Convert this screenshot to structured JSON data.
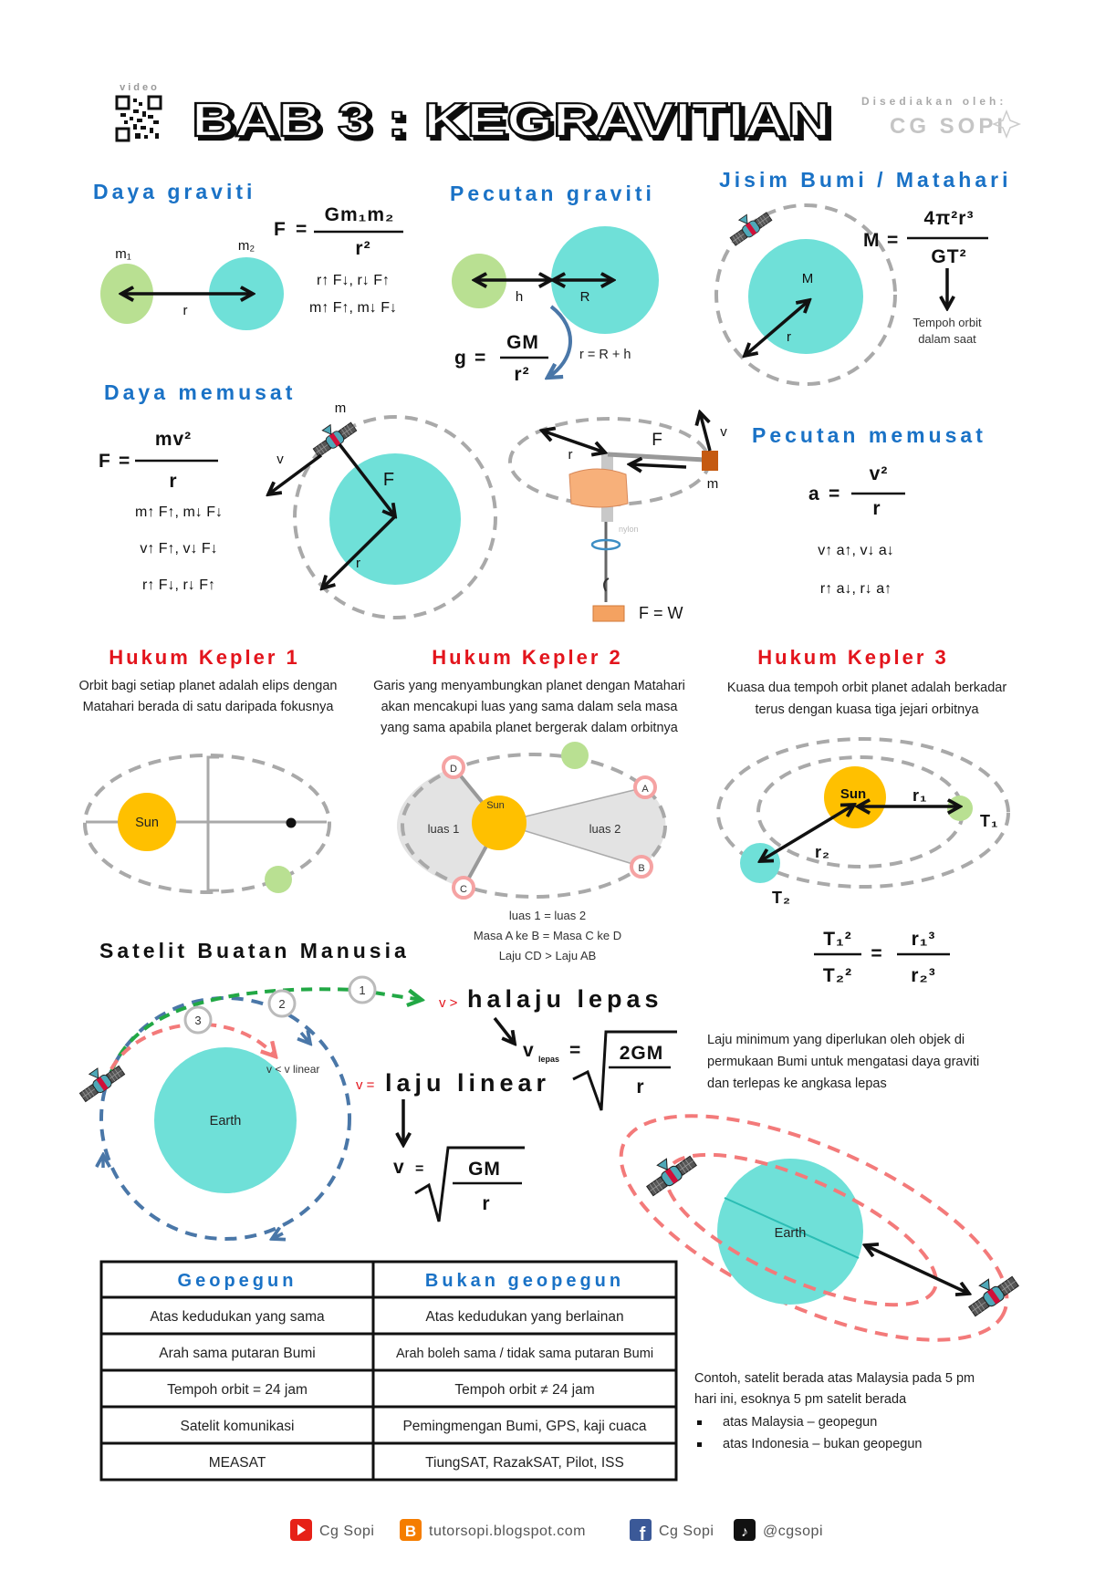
{
  "header": {
    "video_label": "video",
    "title": "BAB 3 : KEGRAVITIAN",
    "credit_label": "Disediakan oleh:",
    "credit_name": "CG SOPI"
  },
  "daya_graviti": {
    "heading": "Daya graviti",
    "m1": "m₁",
    "m2": "m₂",
    "r": "r",
    "formula": {
      "lhs": "F",
      "eq": "=",
      "num": "Gm₁m₂",
      "den": "r²"
    },
    "relations": [
      "r↑ F↓, r↓ F↑",
      "m↑ F↑, m↓ F↓"
    ]
  },
  "pecutan_graviti": {
    "heading": "Pecutan graviti",
    "h": "h",
    "R": "R",
    "formula": {
      "lhs": "g",
      "eq": "=",
      "num": "GM",
      "den": "r²"
    },
    "note": "r = R + h"
  },
  "jisim": {
    "heading": "Jisim Bumi / Matahari",
    "M": "M",
    "r": "r",
    "formula": {
      "lhs": "M",
      "eq": "=",
      "num": "4π²r³",
      "den": "GT²"
    },
    "note_lines": [
      "Tempoh orbit",
      "dalam saat"
    ]
  },
  "daya_memusat": {
    "heading": "Daya memusat",
    "formula": {
      "lhs": "F",
      "eq": "=",
      "num": "mv²",
      "den": "r"
    },
    "relations": [
      "m↑ F↑, m↓ F↓",
      "v↑ F↑, v↓ F↓",
      "r↑ F↓, r↓ F↑"
    ],
    "labels": {
      "m": "m",
      "v": "v",
      "F": "F",
      "r": "r"
    }
  },
  "rod_diagram": {
    "F": "F",
    "v": "v",
    "m": "m",
    "r": "r",
    "nylon": "nylon",
    "fw": "F = W"
  },
  "pecutan_memusat": {
    "heading": "Pecutan memusat",
    "formula": {
      "lhs": "a",
      "eq": "=",
      "num": "v²",
      "den": "r"
    },
    "relations": [
      "v↑ a↑, v↓ a↓",
      "r↑ a↓, r↓ a↑"
    ]
  },
  "kepler1": {
    "heading": "Hukum Kepler 1",
    "desc": [
      "Orbit bagi setiap planet adalah elips dengan",
      "Matahari berada di satu daripada fokusnya"
    ],
    "sun": "Sun"
  },
  "kepler2": {
    "heading": "Hukum Kepler 2",
    "desc": [
      "Garis yang menyambungkan planet dengan Matahari",
      "akan mencakupi luas yang sama dalam sela masa",
      "yang sama apabila planet bergerak dalam orbitnya"
    ],
    "sun": "Sun",
    "points": {
      "A": "A",
      "B": "B",
      "C": "C",
      "D": "D"
    },
    "area1": "luas 1",
    "area2": "luas 2",
    "legend": [
      "luas 1 = luas 2",
      "Masa A ke B = Masa C ke D",
      "Laju CD > Laju AB"
    ]
  },
  "kepler3": {
    "heading": "Hukum Kepler 3",
    "desc": [
      "Kuasa dua tempoh orbit planet adalah berkadar",
      "terus dengan kuasa tiga jejari orbitnya"
    ],
    "sun": "Sun",
    "r1": "r₁",
    "r2": "r₂",
    "T1": "T₁",
    "T2": "T₂",
    "formula": {
      "t1": "T₁²",
      "t2": "T₂²",
      "eq": "=",
      "r1": "r₁³",
      "r2": "r₂³"
    }
  },
  "satelit": {
    "heading": "Satelit Buatan Manusia",
    "earth": "Earth",
    "orbit_labels": [
      "1",
      "2",
      "3"
    ],
    "v_less": "v < v linear",
    "escape": {
      "prefix": "v >",
      "label": "halaju lepas",
      "v": "v",
      "sub": "lepas",
      "eq": "=",
      "num": "2GM",
      "den": "r"
    },
    "linear": {
      "prefix": "v =",
      "label": "laju linear",
      "v": "v",
      "eq": "=",
      "num": "GM",
      "den": "r"
    },
    "escape_desc": [
      "Laju minimum yang diperlukan oleh objek di",
      "permukaan Bumi untuk mengatasi daya graviti",
      "dan terlepas ke angkasa lepas"
    ],
    "earth2": "Earth"
  },
  "table": {
    "headers": [
      "Geopegun",
      "Bukan geopegun"
    ],
    "rows": [
      [
        "Atas kedudukan yang sama",
        "Atas kedudukan yang berlainan"
      ],
      [
        "Arah sama putaran Bumi",
        "Arah boleh sama / tidak sama putaran Bumi"
      ],
      [
        "Tempoh orbit = 24 jam",
        "Tempoh orbit ≠ 24 jam"
      ],
      [
        "Satelit komunikasi",
        "Pemingmengan Bumi, GPS, kaji cuaca"
      ],
      [
        "MEASAT",
        "TiungSAT, RazakSAT, Pilot, ISS"
      ]
    ]
  },
  "example": {
    "lines": [
      "Contoh, satelit berada atas Malaysia pada 5 pm",
      "hari ini, esoknya 5 pm satelit berada"
    ],
    "bullets": [
      "atas Malaysia – geopegun",
      "atas Indonesia – bukan geopegun"
    ]
  },
  "footer": {
    "items": [
      {
        "icon": "youtube-icon",
        "label": "Cg Sopi",
        "color": "#e62117"
      },
      {
        "icon": "blogger-icon",
        "label": "tutorsopi.blogspot.com",
        "color": "#f57d00"
      },
      {
        "icon": "facebook-icon",
        "label": "Cg Sopi",
        "color": "#3b5998"
      },
      {
        "icon": "tiktok-icon",
        "label": "@cgsopi",
        "color": "#111111"
      }
    ]
  },
  "colors": {
    "heading_blue": "#1a72c6",
    "heading_red": "#e3141c",
    "earth": "#6fe0d8",
    "planet": "#b9e092",
    "sun": "#ffc000"
  }
}
